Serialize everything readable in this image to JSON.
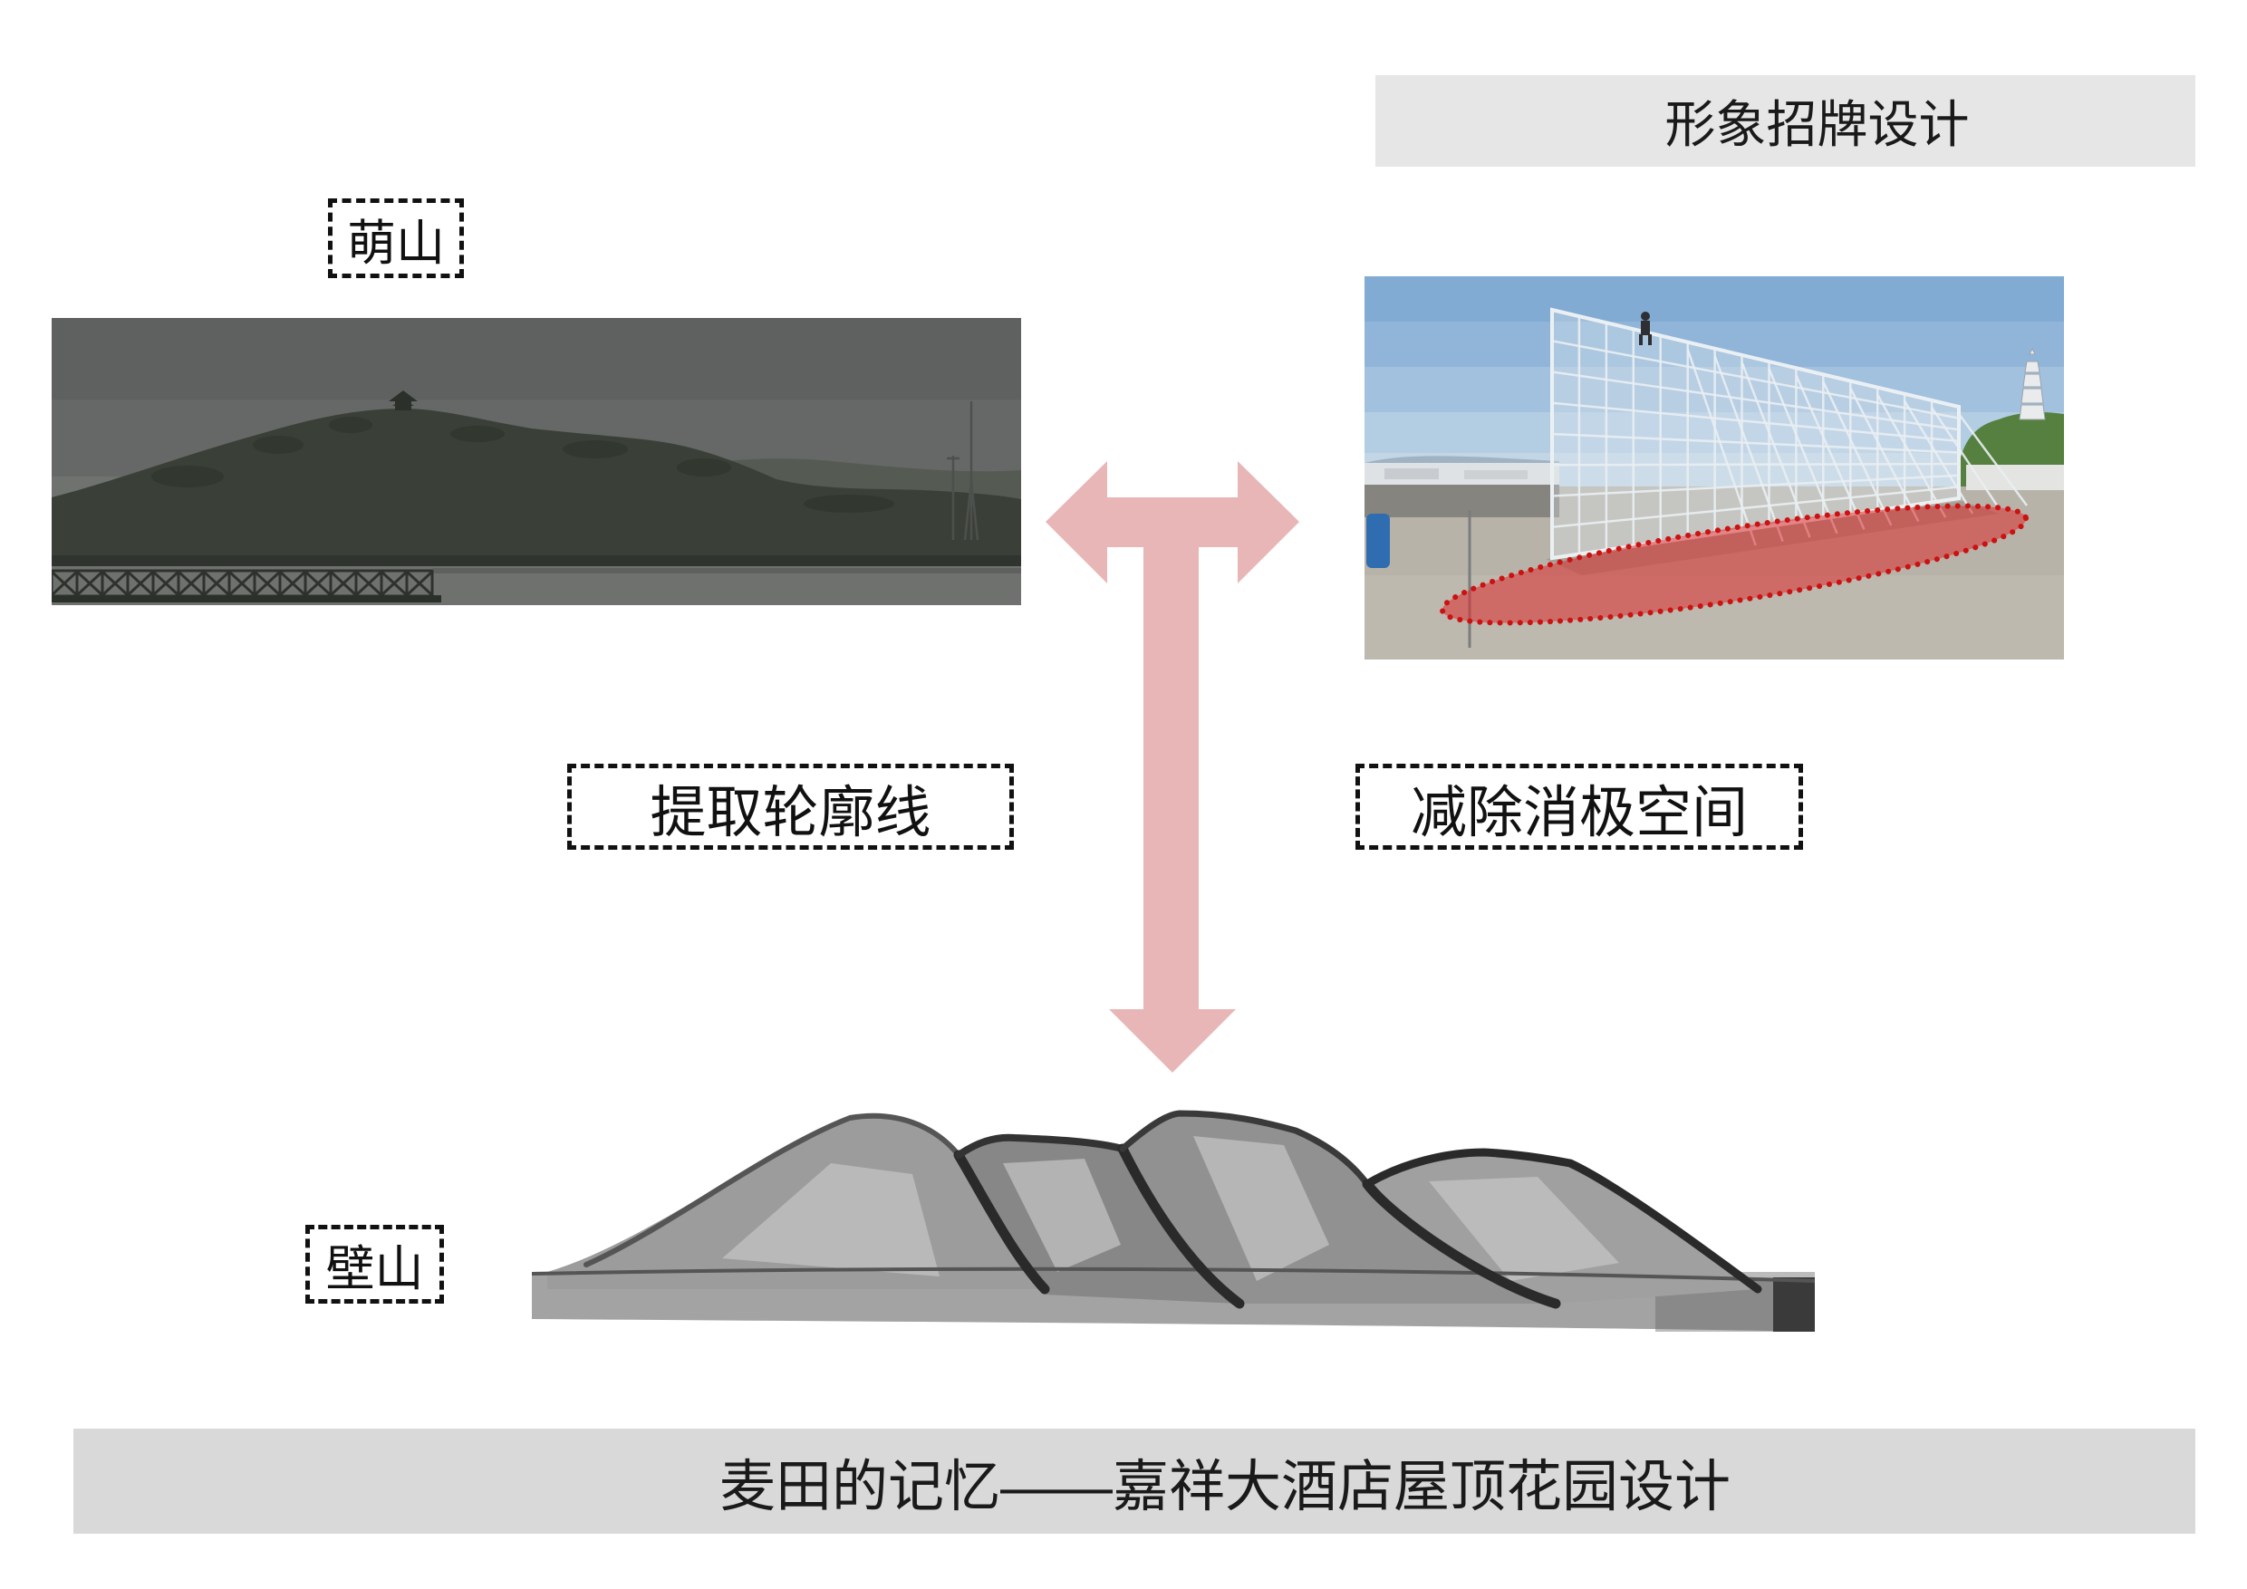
{
  "header": {
    "title": "形象招牌设计"
  },
  "labels": {
    "meng_shan": "萌山",
    "extract_outline": "提取轮廓线",
    "subtract_negative_space": "减除消极空间",
    "bi_shan": "壁山"
  },
  "footer": {
    "title": "麦田的记忆——嘉祥大酒店屋顶花园设计"
  },
  "colors": {
    "arrow": "#e8b6b6",
    "highlight_fill": "#dc2b2b",
    "highlight_stroke": "#cc1111",
    "header_bar": "#e6e6e6",
    "footer_bar": "#d9d9d9"
  }
}
